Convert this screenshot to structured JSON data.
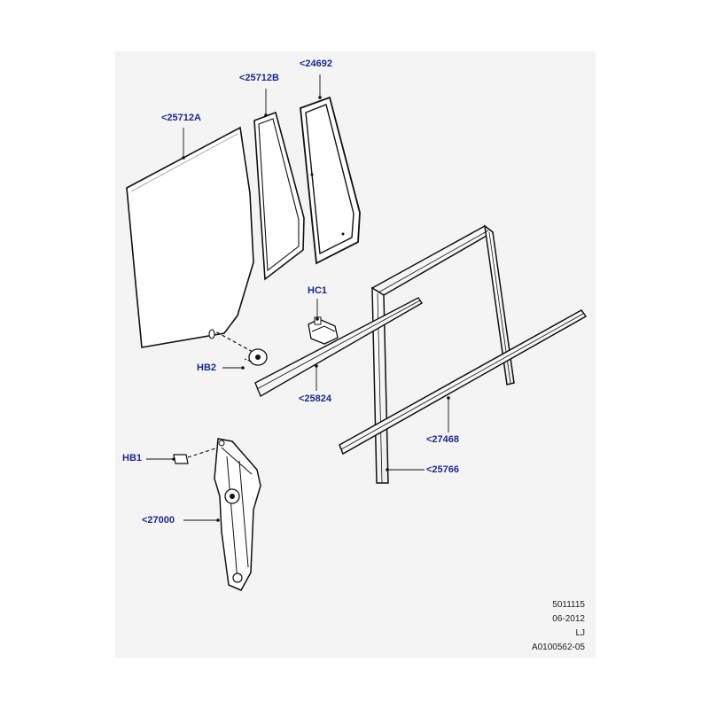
{
  "callouts": {
    "c_24692": "<24692",
    "c_25712b": "<25712B",
    "c_25712a": "<25712A",
    "c_hc1": "HC1",
    "c_hb2": "HB2",
    "c_25824": "<25824",
    "c_27468": "<27468",
    "c_hb1": "HB1",
    "c_25766": "<25766",
    "c_27000": "<27000"
  },
  "footer": {
    "code": "5011115",
    "date": "06-2012",
    "initials": "LJ",
    "drawing_id": "A0100562-05"
  },
  "colors": {
    "callout_text": "#1e2a8c",
    "panel_bg": "#f4f4f4"
  }
}
